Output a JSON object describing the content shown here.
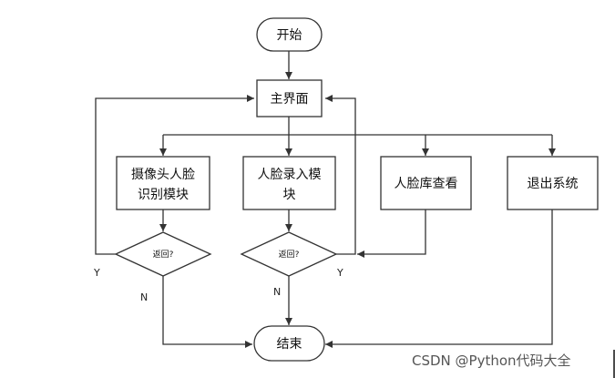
{
  "nodes": {
    "start": "开始",
    "main": "主界面",
    "face_recognize_line1": "摄像头人脸",
    "face_recognize_line2": "识别模块",
    "face_enroll_line1": "人脸录入模",
    "face_enroll_line2": "块",
    "face_library": "人脸库查看",
    "exit": "退出系统",
    "decision_left": "返回?",
    "decision_mid": "返回?",
    "end": "结束"
  },
  "edge_labels": {
    "left_yes": "Y",
    "left_no": "N",
    "mid_no": "N",
    "mid_yes": "Y"
  },
  "watermark": "CSDN @Python代码大全"
}
